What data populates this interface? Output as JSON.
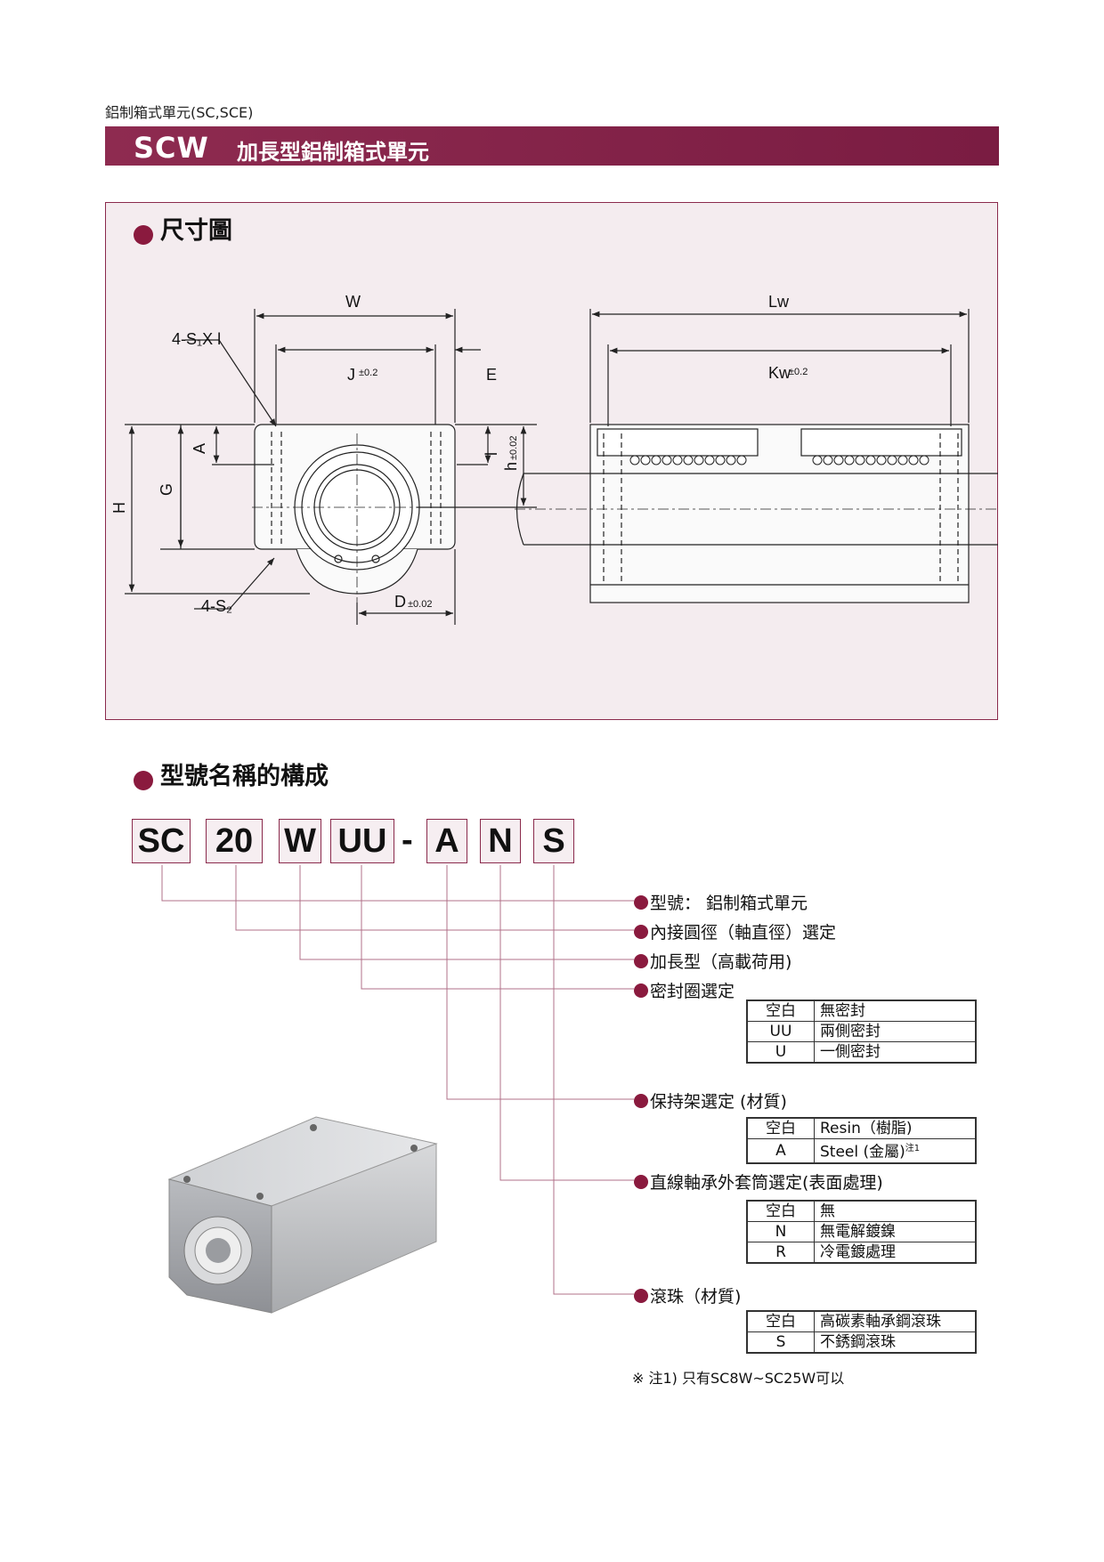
{
  "header": {
    "category": "鋁制箱式單元(SC,SCE)",
    "code": "SCW",
    "name": "加長型鋁制箱式單元"
  },
  "dimension_section": {
    "title": "尺寸圖",
    "labels": {
      "s1": "4-S₁X l",
      "w": "W",
      "j": "J",
      "j_tol": "±0.2",
      "e": "E",
      "a": "A",
      "l": "l",
      "h_small": "h",
      "h_small_tol": "±0.02",
      "h_big": "H",
      "g": "G",
      "s2": "4-S₂",
      "d": "D",
      "d_tol": "±0.02",
      "lw": "Lw",
      "kw": "Kw",
      "kw_tol": "±0.2"
    }
  },
  "model_section": {
    "title": "型號名稱的構成",
    "code_parts": [
      "SC",
      "20",
      "W",
      "UU",
      "A",
      "N",
      "S"
    ],
    "dash": "-",
    "options": [
      {
        "label": "型號： 鋁制箱式單元",
        "rows": []
      },
      {
        "label": "內接圓徑（軸直徑）選定",
        "rows": []
      },
      {
        "label": "加長型（高載荷用)",
        "rows": []
      },
      {
        "label": "密封圈選定",
        "rows": [
          {
            "key": "空白",
            "value": "無密封"
          },
          {
            "key": "UU",
            "value": "兩側密封"
          },
          {
            "key": "U",
            "value": "一側密封"
          }
        ]
      },
      {
        "label": "保持架選定 (材質)",
        "rows": [
          {
            "key": "空白",
            "value": "Resin（樹脂)"
          },
          {
            "key": "A",
            "value": "Steel (金屬)",
            "sup": "注1"
          }
        ]
      },
      {
        "label": "直線軸承外套筒選定(表面處理)",
        "rows": [
          {
            "key": "空白",
            "value": "無"
          },
          {
            "key": "N",
            "value": "無電解鍍鎳"
          },
          {
            "key": "R",
            "value": "冷電鍍處理"
          }
        ]
      },
      {
        "label": "滾珠（材質)",
        "rows": [
          {
            "key": "空白",
            "value": "高碳素軸承鋼滾珠"
          },
          {
            "key": "S",
            "value": "不銹鋼滾珠"
          }
        ]
      }
    ],
    "note": "※ 注1) 只有SC8W~SC25W可以"
  },
  "colors": {
    "brand": "#8a1a3e",
    "panel": "#f4ecef"
  }
}
